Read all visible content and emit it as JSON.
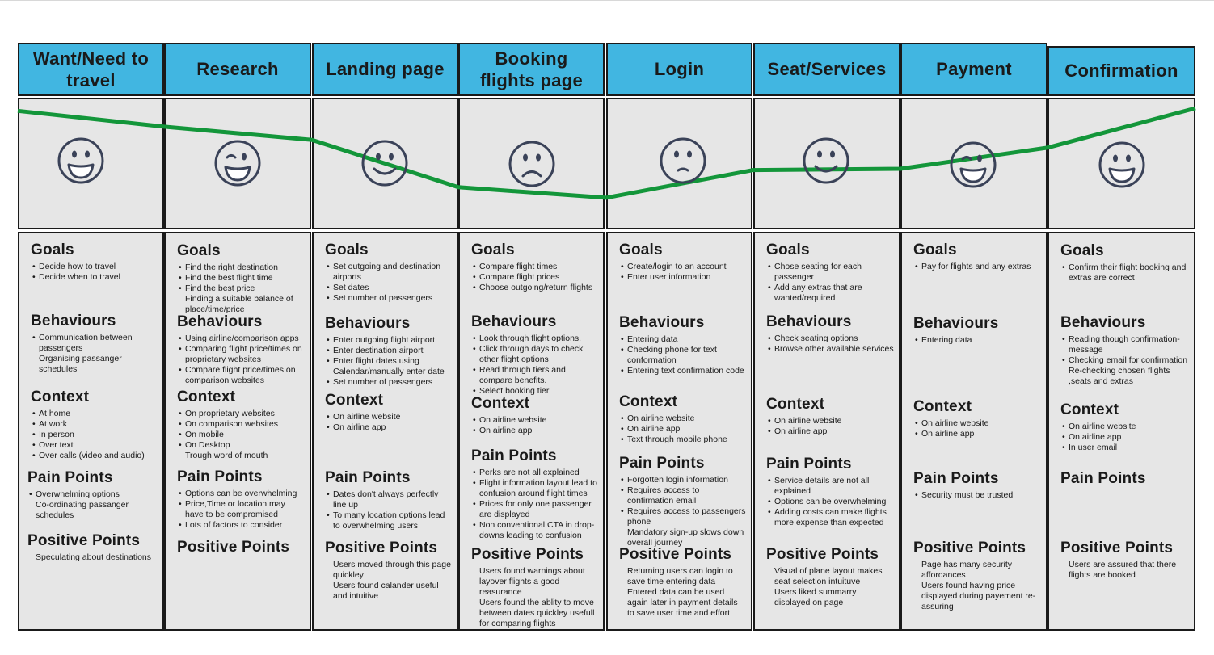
{
  "stages": [
    {
      "title": "Want/Need to travel",
      "sections": {
        "goals": {
          "title": "Goals",
          "items": [
            {
              "t": "Decide how to travel",
              "b": true
            },
            {
              "t": "Decide when to travel",
              "b": true
            }
          ]
        },
        "behaviours": {
          "title": "Behaviours",
          "items": [
            {
              "t": "Communication between passengers",
              "b": true
            },
            {
              "t": "Organising passanger schedules",
              "b": false
            }
          ]
        },
        "context": {
          "title": "Context",
          "items": [
            {
              "t": "At home",
              "b": true
            },
            {
              "t": "At work",
              "b": true
            },
            {
              "t": "In person",
              "b": true
            },
            {
              "t": "Over text",
              "b": true
            },
            {
              "t": "Over calls (video and audio)",
              "b": true
            }
          ]
        },
        "pain": {
          "title": "Pain Points",
          "items": [
            {
              "t": "Overwhelming options",
              "b": true
            },
            {
              "t": "Co-ordinating passanger schedules",
              "b": false
            }
          ]
        },
        "positive": {
          "title": "Positive Points",
          "items": [
            {
              "t": "Speculating about destinations",
              "b": false
            }
          ]
        }
      }
    },
    {
      "title": "Research",
      "sections": {
        "goals": {
          "title": "Goals",
          "items": [
            {
              "t": "Find the right destination",
              "b": true
            },
            {
              "t": "Find the best flight time",
              "b": true
            },
            {
              "t": "Find the best price",
              "b": true
            },
            {
              "t": "Finding a suitable balance of place/time/price",
              "b": false
            }
          ]
        },
        "behaviours": {
          "title": "Behaviours",
          "items": [
            {
              "t": "Using airline/comparison apps",
              "b": true
            },
            {
              "t": "Comparing flight price/times on proprietary websites",
              "b": true
            },
            {
              "t": "Compare flight price/times on comparison websites",
              "b": true
            }
          ]
        },
        "context": {
          "title": "Context",
          "items": [
            {
              "t": "On proprietary websites",
              "b": true
            },
            {
              "t": "On comparison websites",
              "b": true
            },
            {
              "t": "On mobile",
              "b": true
            },
            {
              "t": "On Desktop",
              "b": true
            },
            {
              "t": "Trough word of mouth",
              "b": false
            }
          ]
        },
        "pain": {
          "title": "Pain Points",
          "items": [
            {
              "t": "Options can be overwhelming",
              "b": true
            },
            {
              "t": "Price,Time or location may have to be compromised",
              "b": true
            },
            {
              "t": "Lots of factors to consider",
              "b": true
            }
          ]
        },
        "positive": {
          "title": "Positive Points",
          "items": []
        }
      }
    },
    {
      "title": "Landing page",
      "sections": {
        "goals": {
          "title": "Goals",
          "items": [
            {
              "t": "Set outgoing and destination airports",
              "b": true
            },
            {
              "t": "Set dates",
              "b": true
            },
            {
              "t": "Set number of passengers",
              "b": true
            }
          ]
        },
        "behaviours": {
          "title": "Behaviours",
          "items": [
            {
              "t": "Enter outgoing flight airport",
              "b": true
            },
            {
              "t": "Enter destination airport",
              "b": true
            },
            {
              "t": "Enter flight dates using Calendar/manually enter date",
              "b": true
            },
            {
              "t": "Set number of passengers",
              "b": true
            }
          ]
        },
        "context": {
          "title": "Context",
          "items": [
            {
              "t": "On airline website",
              "b": true
            },
            {
              "t": "On airline app",
              "b": true
            }
          ]
        },
        "pain": {
          "title": "Pain Points",
          "items": [
            {
              "t": "Dates don't always perfectly line up",
              "b": true
            },
            {
              "t": "To many location options lead to overwhelming users",
              "b": true
            }
          ]
        },
        "positive": {
          "title": "Positive Points",
          "items": [
            {
              "t": "Users moved through this page quickley",
              "b": false
            },
            {
              "t": "Users found calander useful and intuitive",
              "b": false
            }
          ]
        }
      }
    },
    {
      "title": "Booking flights page",
      "sections": {
        "goals": {
          "title": "Goals",
          "items": [
            {
              "t": "Compare flight times",
              "b": true
            },
            {
              "t": "Compare flight prices",
              "b": true
            },
            {
              "t": "Choose outgoing/return flights",
              "b": true
            }
          ]
        },
        "behaviours": {
          "title": "Behaviours",
          "items": [
            {
              "t": "Look through flight options.",
              "b": true
            },
            {
              "t": "Click through days to check other flight options",
              "b": true
            },
            {
              "t": "Read through tiers and compare benefits.",
              "b": true
            },
            {
              "t": "Select booking tier",
              "b": true
            }
          ]
        },
        "context": {
          "title": "Context",
          "items": [
            {
              "t": "On airline website",
              "b": true
            },
            {
              "t": "On airline app",
              "b": true
            }
          ]
        },
        "pain": {
          "title": "Pain Points",
          "items": [
            {
              "t": "Perks are not all explained",
              "b": true
            },
            {
              "t": "Flight information layout lead to confusion around flight times",
              "b": true
            },
            {
              "t": "Prices for only one passenger are displayed",
              "b": true
            },
            {
              "t": "Non conventional CTA in drop-downs leading to confusion",
              "b": true
            }
          ]
        },
        "positive": {
          "title": "Positive Points",
          "items": [
            {
              "t": "Users found warnings about layover flights a good reasurance",
              "b": false
            },
            {
              "t": "Users found the ablity to move between dates quickley usefull for comparing flights",
              "b": false
            }
          ]
        }
      }
    },
    {
      "title": "Login",
      "sections": {
        "goals": {
          "title": "Goals",
          "items": [
            {
              "t": "Create/login to an account",
              "b": true
            },
            {
              "t": "Enter user information",
              "b": true
            }
          ]
        },
        "behaviours": {
          "title": "Behaviours",
          "items": [
            {
              "t": "Entering data",
              "b": true
            },
            {
              "t": "Checking phone for text conformation",
              "b": true
            },
            {
              "t": "Entering text confirmation code",
              "b": true
            }
          ]
        },
        "context": {
          "title": "Context",
          "items": [
            {
              "t": "On airline website",
              "b": true
            },
            {
              "t": "On airline app",
              "b": true
            },
            {
              "t": "Text through mobile phone",
              "b": true
            }
          ]
        },
        "pain": {
          "title": "Pain Points",
          "items": [
            {
              "t": "Forgotten login information",
              "b": true
            },
            {
              "t": "Requires access to confirmation email",
              "b": true
            },
            {
              "t": "Requires access to passengers phone",
              "b": true
            },
            {
              "t": "Mandatory sign-up slows down overall journey",
              "b": false
            }
          ]
        },
        "positive": {
          "title": "Positive Points",
          "items": [
            {
              "t": "Returning users can login to save time entering data",
              "b": false
            },
            {
              "t": "Entered data can be used again later in payment details to save user time and effort",
              "b": false
            }
          ]
        }
      }
    },
    {
      "title": "Seat/Services",
      "sections": {
        "goals": {
          "title": "Goals",
          "items": [
            {
              "t": "Chose seating for each passenger",
              "b": true
            },
            {
              "t": "Add any extras that are wanted/required",
              "b": true
            }
          ]
        },
        "behaviours": {
          "title": "Behaviours",
          "items": [
            {
              "t": "Check seating options",
              "b": true
            },
            {
              "t": "Browse other available services",
              "b": true
            }
          ]
        },
        "context": {
          "title": "Context",
          "items": [
            {
              "t": "On airline website",
              "b": true
            },
            {
              "t": "On airline app",
              "b": true
            }
          ]
        },
        "pain": {
          "title": "Pain Points",
          "items": [
            {
              "t": "Service details are not all explained",
              "b": true
            },
            {
              "t": "Options can be overwhelming",
              "b": true
            },
            {
              "t": "Adding costs can make flights more expense than expected",
              "b": true
            }
          ]
        },
        "positive": {
          "title": "Positive Points",
          "items": [
            {
              "t": "Visual of plane layout makes seat selection intuituve",
              "b": false
            },
            {
              "t": "Users liked summarry displayed on page",
              "b": false
            }
          ]
        }
      }
    },
    {
      "title": "Payment",
      "sections": {
        "goals": {
          "title": "Goals",
          "items": [
            {
              "t": "Pay for flights and any extras",
              "b": true
            }
          ]
        },
        "behaviours": {
          "title": "Behaviours",
          "items": [
            {
              "t": "Entering data",
              "b": true
            }
          ]
        },
        "context": {
          "title": "Context",
          "items": [
            {
              "t": "On airline website",
              "b": true
            },
            {
              "t": "On airline app",
              "b": true
            }
          ]
        },
        "pain": {
          "title": "Pain Points",
          "items": [
            {
              "t": "Security must be trusted",
              "b": true
            }
          ]
        },
        "positive": {
          "title": "Positive Points",
          "items": [
            {
              "t": "Page has many security affordances",
              "b": false
            },
            {
              "t": "Users found having price displayed during payement re-assuring",
              "b": false
            }
          ]
        }
      }
    },
    {
      "title": "Confirmation",
      "sections": {
        "goals": {
          "title": "Goals",
          "items": [
            {
              "t": "Confirm their flight booking and extras are correct",
              "b": true
            }
          ]
        },
        "behaviours": {
          "title": "Behaviours",
          "items": [
            {
              "t": "Reading though confirmation-message",
              "b": true
            },
            {
              "t": "Checking email for confirmation",
              "b": true
            },
            {
              "t": "Re-checking chosen flights ,seats and extras",
              "b": false
            }
          ]
        },
        "context": {
          "title": "Context",
          "items": [
            {
              "t": "On airline website",
              "b": true
            },
            {
              "t": "On airline app",
              "b": true
            },
            {
              "t": "In user email",
              "b": true
            }
          ]
        },
        "pain": {
          "title": "Pain Points",
          "items": []
        },
        "positive": {
          "title": "Positive Points",
          "items": [
            {
              "t": "Users are assured that there flights are booked",
              "b": false
            }
          ]
        }
      }
    }
  ],
  "chart_data": {
    "type": "line",
    "categories": [
      "Want/Need to travel",
      "Research",
      "Landing page",
      "Booking flights page",
      "Login",
      "Seat/Services",
      "Payment",
      "Confirmation"
    ],
    "faces": [
      "smile-open",
      "grin-wink",
      "smile",
      "frown",
      "neutral-frown",
      "smile",
      "grin-wink",
      "smile-open"
    ],
    "series": [
      {
        "values": [
          0.9,
          0.78,
          0.68,
          0.32,
          0.24,
          0.45,
          0.46,
          0.62,
          0.92
        ]
      }
    ],
    "line_color": "#13963a",
    "ylim": [
      0,
      1
    ]
  },
  "colors": {
    "header": "#41b6e1",
    "box": "#e6e6e6",
    "border": "#1a1a1a"
  }
}
